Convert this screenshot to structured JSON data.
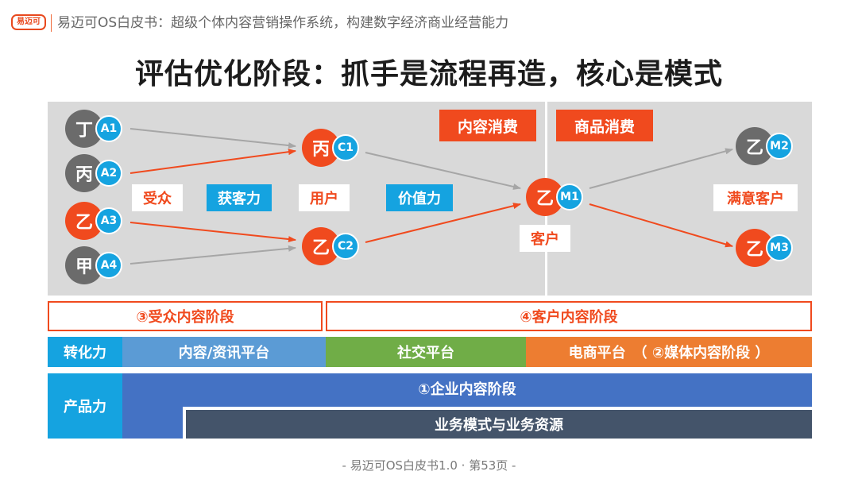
{
  "header": {
    "logo": "易迈可",
    "text": "易迈可OS白皮书：超级个体内容营销操作系统，构建数字经济商业经营能力"
  },
  "title": "评估优化阶段：抓手是流程再造，核心是模式",
  "panel": {
    "section_labels": [
      "内容消费",
      "商品消费"
    ],
    "flow_labels": [
      "受众",
      "获客力",
      "用户",
      "价值力",
      "客户",
      "满意客户"
    ],
    "nodes": [
      {
        "char": "丁",
        "tag": "A1",
        "color": "gray"
      },
      {
        "char": "丙",
        "tag": "A2",
        "color": "gray"
      },
      {
        "char": "乙",
        "tag": "A3",
        "color": "red"
      },
      {
        "char": "甲",
        "tag": "A4",
        "color": "gray"
      },
      {
        "char": "丙",
        "tag": "C1",
        "color": "red"
      },
      {
        "char": "乙",
        "tag": "C2",
        "color": "red"
      },
      {
        "char": "乙",
        "tag": "M1",
        "color": "red"
      },
      {
        "char": "乙",
        "tag": "M2",
        "color": "gray"
      },
      {
        "char": "乙",
        "tag": "M3",
        "color": "red"
      }
    ],
    "colors": {
      "gray_node": "#6b6b6b",
      "red_node": "#f04a1e",
      "tag": "#15a3e0",
      "gray_arrow": "#a6a6a6",
      "red_arrow": "#f04a1e"
    }
  },
  "stages": {
    "audience": "③受众内容阶段",
    "customer": "④客户内容阶段"
  },
  "conversion": {
    "label": "转化力",
    "segments": [
      "内容/资讯平台",
      "社交平台",
      "电商平台　（ ②媒体内容阶段 ）"
    ]
  },
  "product": {
    "label": "产品力",
    "enterprise": "①企业内容阶段",
    "business": "业务模式与业务资源"
  },
  "footer": "- 易迈可OS白皮书1.0 · 第53页 -"
}
